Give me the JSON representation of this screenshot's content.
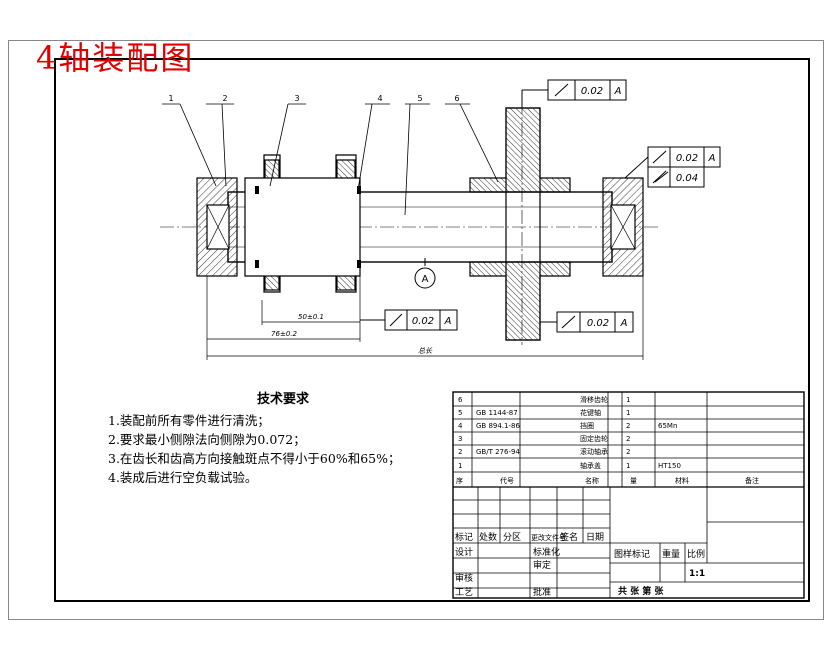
{
  "title": "4轴装配图",
  "balloons": [
    "1",
    "2",
    "3",
    "4",
    "5",
    "6"
  ],
  "datum": "A",
  "tolerance_frames": [
    {
      "value": "0.02",
      "datum": "A"
    },
    {
      "value": "0.02",
      "datum": "A"
    },
    {
      "value": "0.02",
      "datum": "A"
    },
    {
      "value": "0.04",
      "datum": ""
    },
    {
      "value": "0.02",
      "datum": "A"
    }
  ],
  "dimensions": {
    "d1": "50±0.1",
    "d2": "76±0.2",
    "d3": "总长"
  },
  "tech_requirements": {
    "title": "技术要求",
    "items": [
      "1.装配前所有零件进行清洗；",
      "2.要求最小侧隙法向侧隙为0.072；",
      "3.在齿长和齿高方向接触斑点不得小于60%和65%；",
      "4.装成后进行空负载试验。"
    ]
  },
  "parts_list": [
    {
      "no": "6",
      "code": "",
      "name": "滑移齿轮",
      "qty": "1",
      "material": "",
      "note": ""
    },
    {
      "no": "5",
      "code": "GB 1144-87",
      "name": "花键轴",
      "qty": "1",
      "material": "",
      "note": ""
    },
    {
      "no": "4",
      "code": "GB 894.1-86",
      "name": "挡圈",
      "qty": "2",
      "material": "65Mn",
      "note": ""
    },
    {
      "no": "3",
      "code": "",
      "name": "固定齿轮",
      "qty": "2",
      "material": "",
      "note": ""
    },
    {
      "no": "2",
      "code": "GB/T 276-94",
      "name": "滚动轴承",
      "qty": "2",
      "material": "",
      "note": ""
    },
    {
      "no": "1",
      "code": "",
      "name": "轴承盖",
      "qty": "1",
      "material": "HT150",
      "note": ""
    }
  ],
  "parts_header": {
    "no": "序",
    "code": "代号",
    "name": "名称",
    "qty": "量",
    "material": "材料",
    "note": "备注"
  },
  "title_block": {
    "rev_labels": [
      "标记",
      "处数",
      "分区",
      "更改文件号",
      "签名",
      "日期"
    ],
    "design": "设计",
    "standard": "标准化",
    "review": "审核",
    "craft": "工艺",
    "approve": "批准",
    "check": "审定",
    "stage": "图样标记",
    "weight": "重量",
    "scale_label": "比例",
    "scale": "1:1",
    "sheets": "共  张  第  张"
  }
}
